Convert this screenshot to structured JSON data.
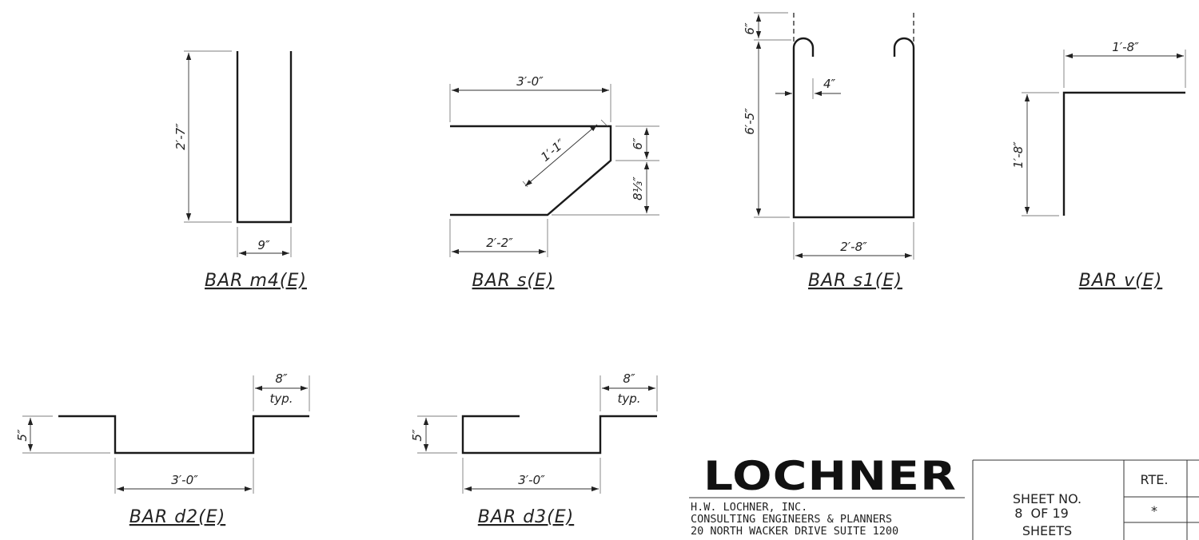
{
  "bars": {
    "m4": {
      "title": "BAR m4(E)",
      "dim_height": "2′-7″",
      "dim_width": "9″"
    },
    "s": {
      "title": "BAR s(E)",
      "dim_top": "3′-0″",
      "dim_diag": "1′-1″",
      "dim_right_upper": "6″",
      "dim_right_lower": "8⅓″",
      "dim_bottom": "2′-2″"
    },
    "s1": {
      "title": "BAR s1(E)",
      "dim_hook": "6″",
      "dim_height": "6′-5″",
      "dim_cover": "4″",
      "dim_width": "2′-8″"
    },
    "v": {
      "title": "BAR v(E)",
      "dim_top": "1′-8″",
      "dim_height": "1′-8″"
    },
    "d2": {
      "title": "BAR d2(E)",
      "dim_step": "5″",
      "dim_end": "8″",
      "dim_end_note": "typ.",
      "dim_width": "3′-0″"
    },
    "d3": {
      "title": "BAR d3(E)",
      "dim_step": "5″",
      "dim_end": "8″",
      "dim_end_note": "typ.",
      "dim_width": "3′-0″"
    }
  },
  "firm": {
    "logo": "LOCHNER",
    "line1": "H.W. LOCHNER, INC.",
    "line2": "CONSULTING ENGINEERS & PLANNERS",
    "line3": "20 NORTH WACKER DRIVE SUITE 1200"
  },
  "title_block": {
    "sheet_label": "SHEET NO.",
    "sheet_count": "8  OF 19",
    "sheets_label": "SHEETS",
    "rte_label": "RTE.",
    "rte_value": "*"
  }
}
